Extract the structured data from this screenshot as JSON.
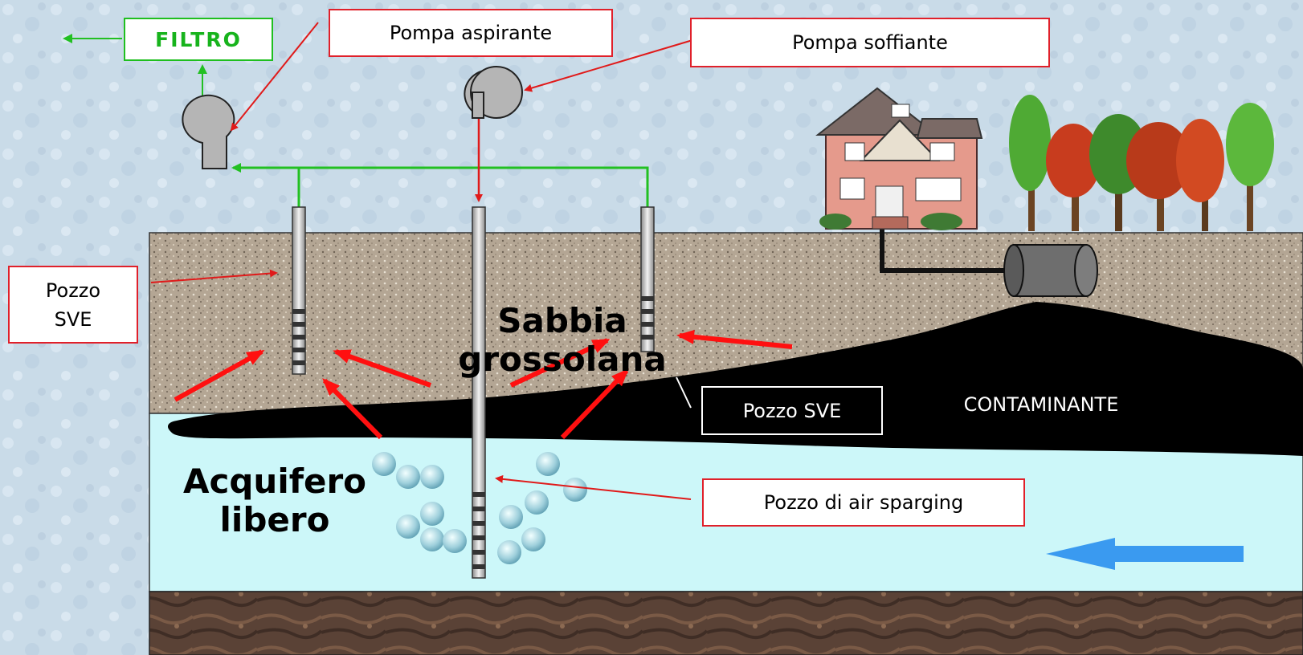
{
  "labels": {
    "filtro": "FILTRO",
    "pompa_aspirante": "Pompa aspirante",
    "pompa_soffiante": "Pompa soffiante",
    "pozzo_sve_left": "Pozzo\nSVE",
    "pozzo_sve_right": "Pozzo SVE",
    "contaminante": "CONTAMINANTE",
    "pozzo_air_sparging": "Pozzo di air sparging",
    "sabbia_grossolana": "Sabbia\ngrossolana",
    "acquifero_libero": "Acquifero\nlibero"
  },
  "colors": {
    "label_border_red": "#e0202a",
    "filter_green": "#17b31c",
    "extraction_line_green": "#22c022",
    "injection_line_red": "#e01a1a",
    "vapor_flow_arrows": "#ff1010",
    "groundwater_flow_arrow": "#3a9af0",
    "sand_layer": "#b4a694",
    "aquifer_water": "#ccf7f9",
    "contaminant": "#000000",
    "bedrock": "#5a4236",
    "sky_background": "#c9dbe8"
  },
  "icons": [
    "pump-icon",
    "house-icon",
    "tree-icon",
    "tank-icon",
    "bubble-icon",
    "flow-arrow-icon"
  ]
}
